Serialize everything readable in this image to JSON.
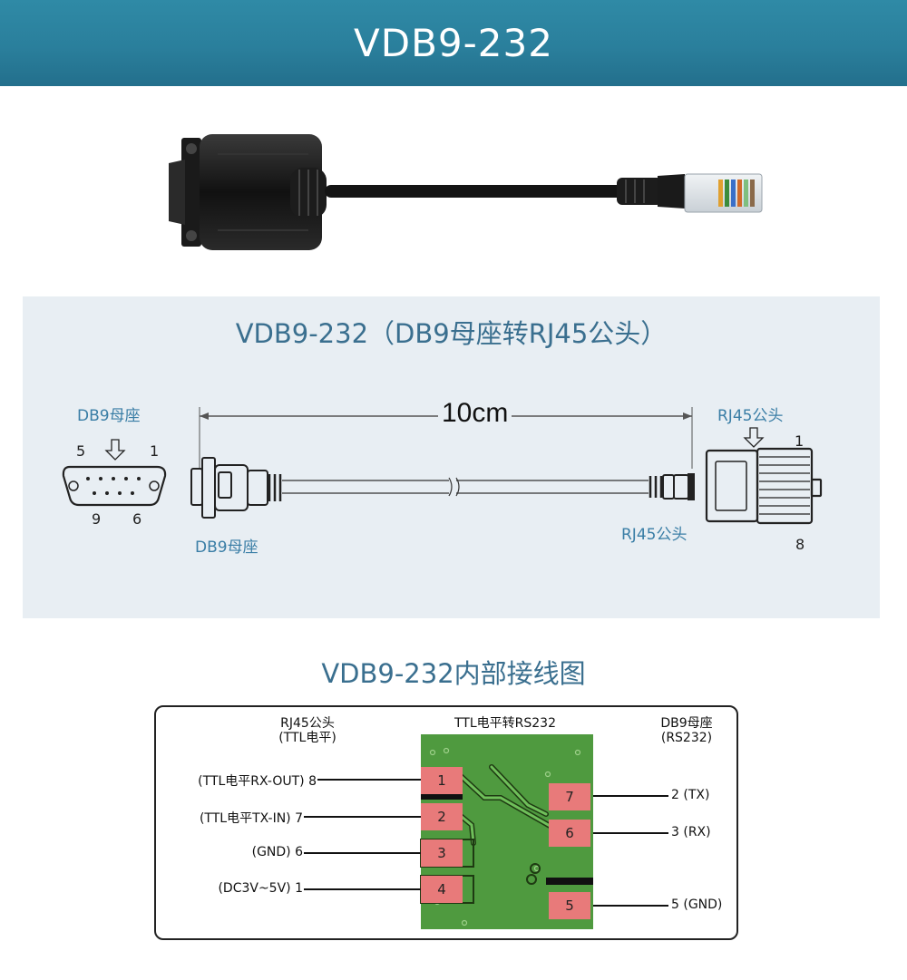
{
  "header": {
    "title": "VDB9-232"
  },
  "diagram": {
    "title": "VDB9-232（DB9母座转RJ45公头）",
    "length": "10cm",
    "db9_face_label": "DB9母座",
    "db9_pin_tl": "5",
    "db9_pin_tr": "1",
    "db9_pin_bl": "9",
    "db9_pin_br": "6",
    "db9_side_label": "DB9母座",
    "rj45_face_label": "RJ45公头",
    "rj45_side_label": "RJ45公头",
    "rj45_pin_top": "1",
    "rj45_pin_bottom": "8"
  },
  "wiring": {
    "title": "VDB9-232内部接线图",
    "col_left": [
      "RJ45公头",
      "(TTL电平)"
    ],
    "col_mid": "TTL电平转RS232",
    "col_right": [
      "DB9母座",
      "(RS232)"
    ],
    "left_labels": [
      "(TTL电平RX-OUT) 8",
      "(TTL电平TX-IN) 7",
      "(GND) 6",
      "(DC3V~5V) 1"
    ],
    "left_pads": [
      "1",
      "2",
      "3",
      "4"
    ],
    "right_pads": [
      "7",
      "6",
      "5"
    ],
    "right_labels": [
      "2 (TX)",
      "3 (RX)",
      "5 (GND)"
    ]
  }
}
